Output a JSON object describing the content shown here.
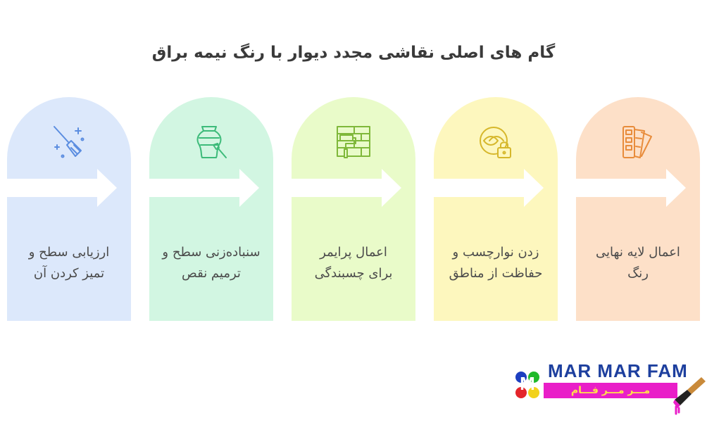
{
  "title": "گام های اصلی نقاشی مجدد دیوار با رنگ نیمه براق",
  "steps": [
    {
      "line1": "ارزیابی سطح و",
      "line2": "تمیز کردن آن",
      "icon": "broom-sparkle-icon",
      "bg": "#dce8fb",
      "accent": "#5b8de0"
    },
    {
      "line1": "سنباده‌زنی سطح و",
      "line2": "ترمیم نقص",
      "icon": "vase-brush-icon",
      "bg": "#d2f6e2",
      "accent": "#3dbb7a"
    },
    {
      "line1": "اعمال پرایمر",
      "line2": "برای چسبندگی",
      "icon": "paint-roller-wall-icon",
      "bg": "#e9fbc9",
      "accent": "#7fb83a"
    },
    {
      "line1": "زدن نوارچسب و",
      "line2": "حفاظت از مناطق",
      "icon": "eye-lock-icon",
      "bg": "#fdf7be",
      "accent": "#d6b72b"
    },
    {
      "line1": "اعمال لایه نهایی",
      "line2": "رنگ",
      "icon": "color-swatches-icon",
      "bg": "#fde0c8",
      "accent": "#e88c3b"
    }
  ],
  "logo": {
    "name": "MAR MAR FAM",
    "subtitle": "مـــر مـــر فـــام"
  }
}
